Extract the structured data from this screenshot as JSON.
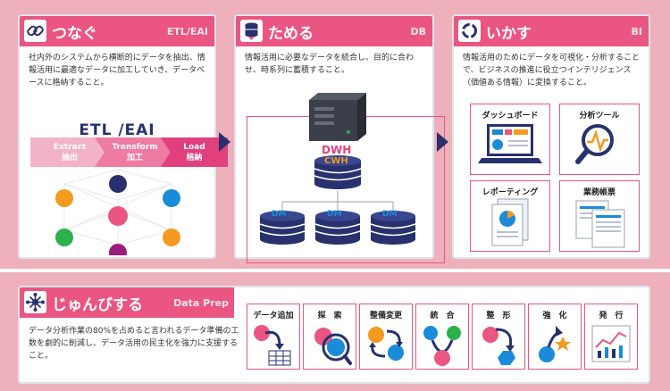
{
  "etl": {
    "title": "つなぐ",
    "tag": "ETL/EAI",
    "desc": "社内外のシステムから横断的にデータを抽出、情報活用に最適なデータに加工していき、データベースに格納すること。",
    "diagram_title": "ETL /EAI",
    "steps": [
      {
        "en": "Extract",
        "ja": "抽出"
      },
      {
        "en": "Transform",
        "ja": "加工"
      },
      {
        "en": "Load",
        "ja": "格納"
      }
    ]
  },
  "db": {
    "title": "ためる",
    "tag": "DB",
    "desc": "情報活用に必要なデータを統合し、目的に合わせ、時系列に蓄積すること。",
    "dwh_label": "DWH",
    "cwh_label": "CWH",
    "dm_labels": [
      "DM",
      "DM",
      "DM"
    ]
  },
  "bi": {
    "title": "いかす",
    "tag": "BI",
    "desc": "情報活用のためにデータを可視化・分析することで、ビジネスの推進に役立つインテリジェンス（価値ある情報）に変換すること。",
    "tiles": [
      "ダッシュボード",
      "分析ツール",
      "レポーティング",
      "業務帳票"
    ]
  },
  "prep": {
    "title": "じゅんびする",
    "tag": "Data Prep",
    "desc": "データ分析作業の80%を占めると言われるデータ準備の工数を劇的に削減し、データ活用の民主化を強力に支援すること。",
    "tiles": [
      "データ追加",
      "探　索",
      "整備変更",
      "統　合",
      "整　形",
      "強　化",
      "発　行"
    ]
  },
  "colors": {
    "pink": "#ea5581",
    "navy": "#28316e",
    "blue": "#1a8bd8",
    "orange": "#f39a1f",
    "green": "#2bb04a",
    "purple": "#9b1a7e"
  }
}
